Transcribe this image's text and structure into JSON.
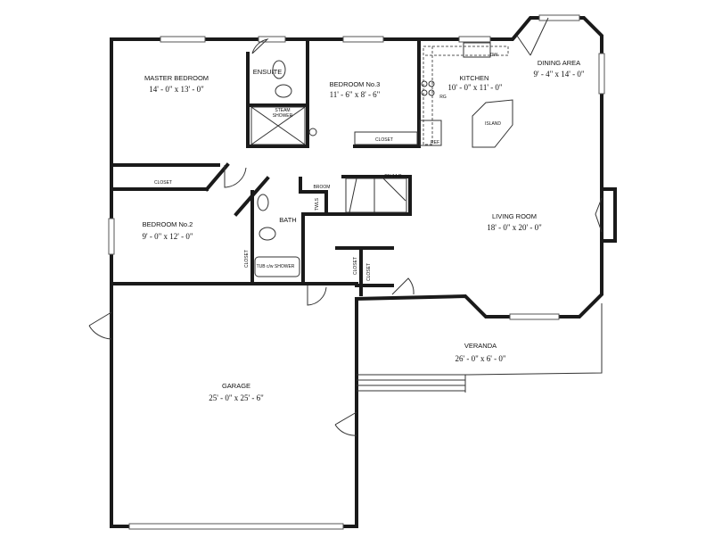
{
  "rooms": {
    "master_bedroom": {
      "name": "MASTER BEDROOM",
      "dims": "14' - 0\" x 13' - 0\""
    },
    "ensuite": {
      "name": "ENSUITE"
    },
    "bedroom3": {
      "name": "BEDROOM No.3",
      "dims": "11' - 6\" x 8' - 6\""
    },
    "kitchen": {
      "name": "KITCHEN",
      "dims": "10' - 0\" x 11' - 0\""
    },
    "dining": {
      "name": "DINING AREA",
      "dims": "9' - 4\" x 14' - 0\""
    },
    "bedroom2": {
      "name": "BEDROOM No.2",
      "dims": "9' - 0\" x 12' - 0\""
    },
    "bath": {
      "name": "BATH"
    },
    "living": {
      "name": "LIVING ROOM",
      "dims": "18' - 0\" x 20' - 0\""
    },
    "veranda": {
      "name": "VERANDA",
      "dims": "26' - 0\" x 6' - 0\""
    },
    "garage": {
      "name": "GARAGE",
      "dims": "25' - 0\" x 25' - 6\""
    }
  },
  "fixtures": {
    "island": "ISLAND",
    "range": "RG",
    "dishwasher": "DW",
    "fridge": "REF",
    "steam_shower": [
      "STEAM",
      "SHOWER"
    ],
    "closet": "CLOSET",
    "broom": "BROOM",
    "towels": "TWLS",
    "stairs": "DN 14 R",
    "tub": "TUB c/w SHOWER"
  }
}
